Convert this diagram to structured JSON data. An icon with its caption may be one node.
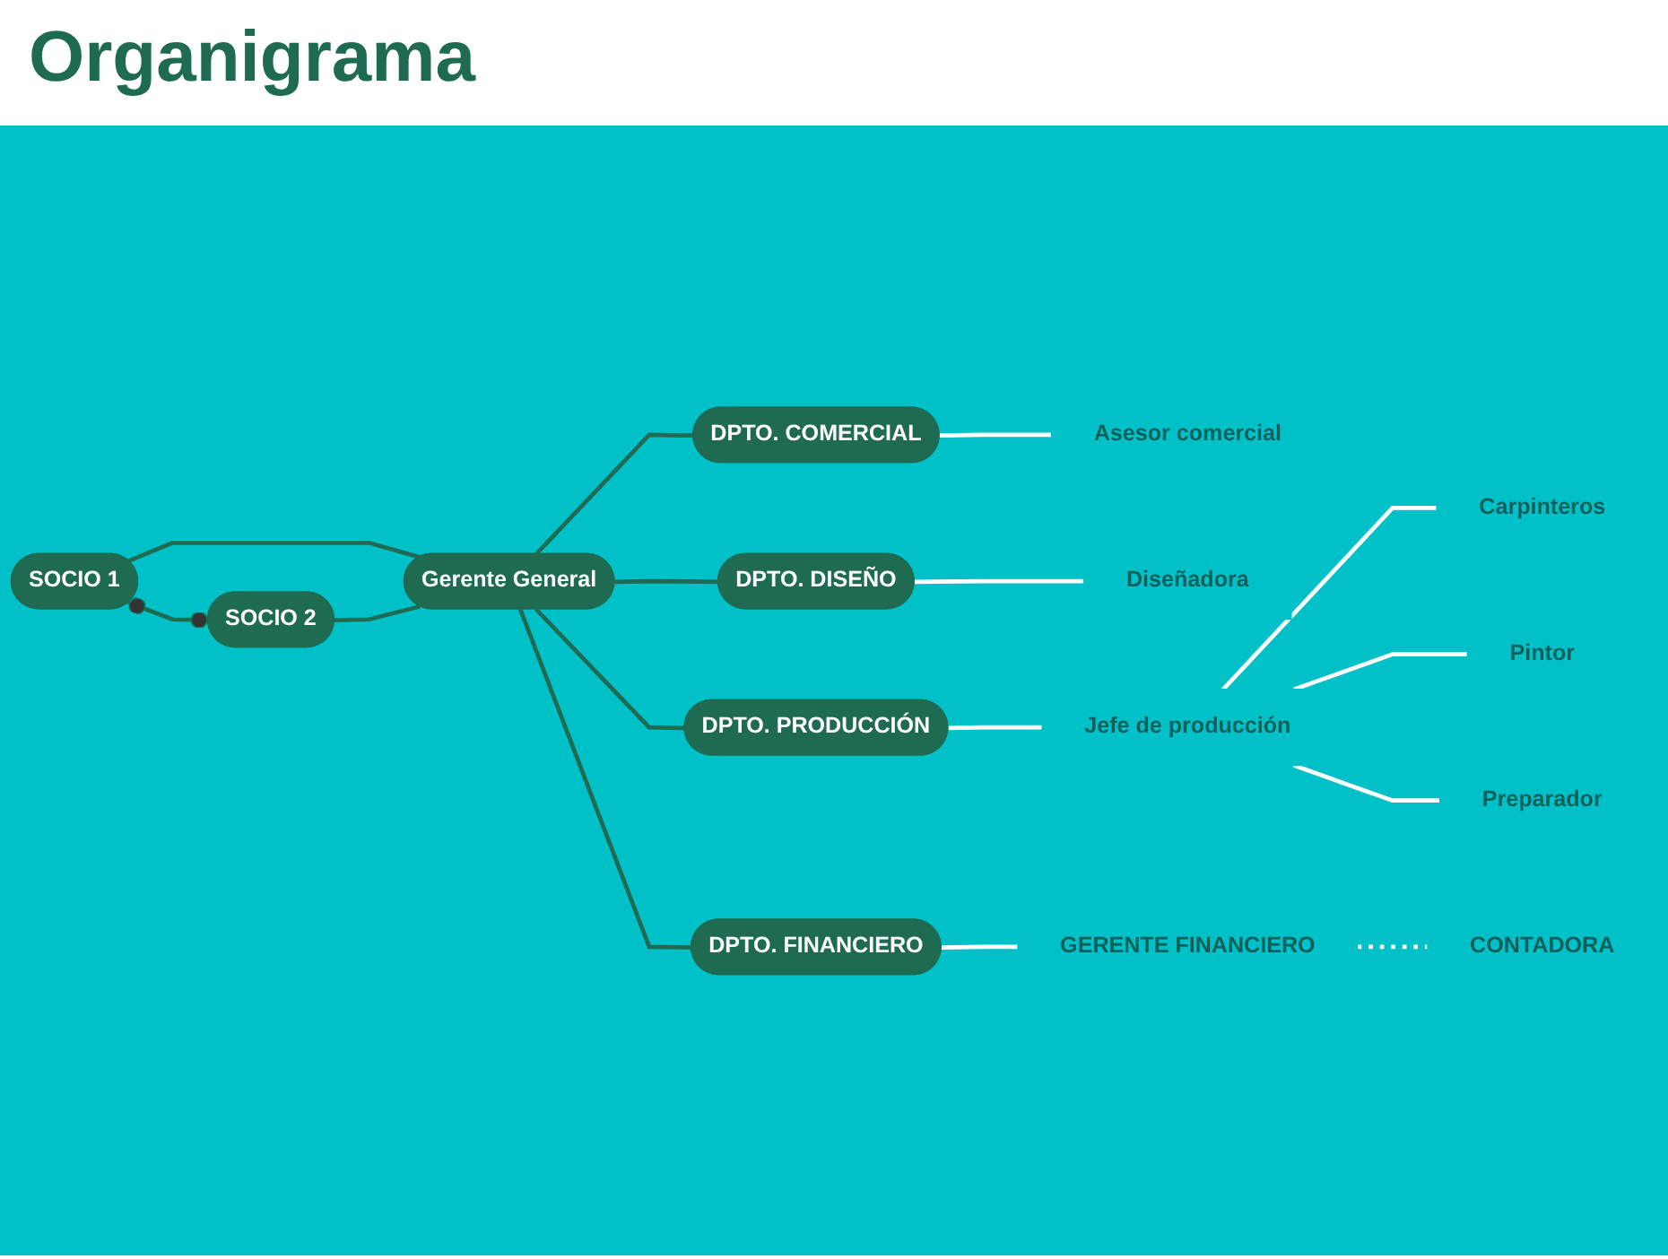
{
  "diagram": {
    "title": "Organigrama",
    "nodes": [
      {
        "text": [
          "SOCIO 1"
        ]
      },
      {
        "text": [
          "SOCIO 2"
        ]
      },
      {
        "text": [
          "Gerente General"
        ]
      },
      {
        "text": [
          "DPTO. COMERCIAL"
        ]
      },
      {
        "text": [
          "Asesor comercial"
        ]
      },
      {
        "text": [
          "DPTO. DISEÑO"
        ]
      },
      {
        "text": [
          "Diseñadora"
        ]
      },
      {
        "text": [
          "DPTO. PRODUCCIÓN"
        ]
      },
      {
        "text": [
          "Jefe de producción"
        ]
      },
      {
        "text": [
          "Carpinteros"
        ]
      },
      {
        "text": [
          "Pintor"
        ]
      },
      {
        "text": [
          "Preparador"
        ]
      },
      {
        "text": [
          "DPTO. FINANCIERO"
        ]
      },
      {
        "text": [
          "GERENTE FINANCIERO"
        ]
      },
      {
        "text": [
          "CONTADORA"
        ]
      }
    ],
    "edges": [
      {
        "from": 0,
        "to": 1,
        "arrow": "other",
        "color": "#1e6b52"
      },
      {
        "from": 0,
        "to": 2,
        "arrow": "none",
        "color": "#1e6b52"
      },
      {
        "from": 1,
        "to": 2,
        "arrow": "none",
        "color": "#1e6b52"
      },
      {
        "from": 2,
        "to": 3,
        "arrow": "none",
        "color": "#1e6b52"
      },
      {
        "from": 2,
        "to": 5,
        "arrow": "none",
        "color": "#1e6b52"
      },
      {
        "from": 2,
        "to": 7,
        "arrow": "none",
        "color": "#1e6b52"
      },
      {
        "from": 2,
        "to": 12,
        "arrow": "none",
        "color": "#1e6b52"
      },
      {
        "from": 3,
        "to": 4,
        "arrow": "none"
      },
      {
        "from": 5,
        "to": 6,
        "arrow": "none"
      },
      {
        "from": 7,
        "to": 8,
        "arrow": "none"
      },
      {
        "from": 8,
        "to": 9,
        "arrow": "none"
      },
      {
        "from": 8,
        "to": 10,
        "arrow": "none"
      },
      {
        "from": 8,
        "to": 11,
        "arrow": "none"
      },
      {
        "from": 12,
        "to": 13,
        "arrow": "none"
      },
      {
        "from": 13,
        "to": 14,
        "arrow": "none",
        "style": "dashed"
      }
    ]
  }
}
